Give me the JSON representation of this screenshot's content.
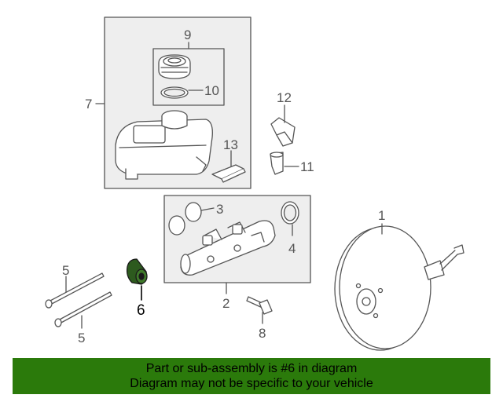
{
  "diagram": {
    "callouts": {
      "c1": "1",
      "c2": "2",
      "c3": "3",
      "c4": "4",
      "c5a": "5",
      "c5b": "5",
      "c6": "6",
      "c7": "7",
      "c8": "8",
      "c9": "9",
      "c10": "10",
      "c11": "11",
      "c12": "12",
      "c13": "13"
    },
    "highlighted_part": "6"
  },
  "banner": {
    "line1": "Part or sub-assembly is #6 in diagram",
    "line2": "Diagram may not be specific to your vehicle"
  },
  "colors": {
    "banner_bg": "#2b7a0b",
    "box_fill": "#eeeeee",
    "line": "#555555",
    "highlight_part": "#2d5a1e"
  }
}
